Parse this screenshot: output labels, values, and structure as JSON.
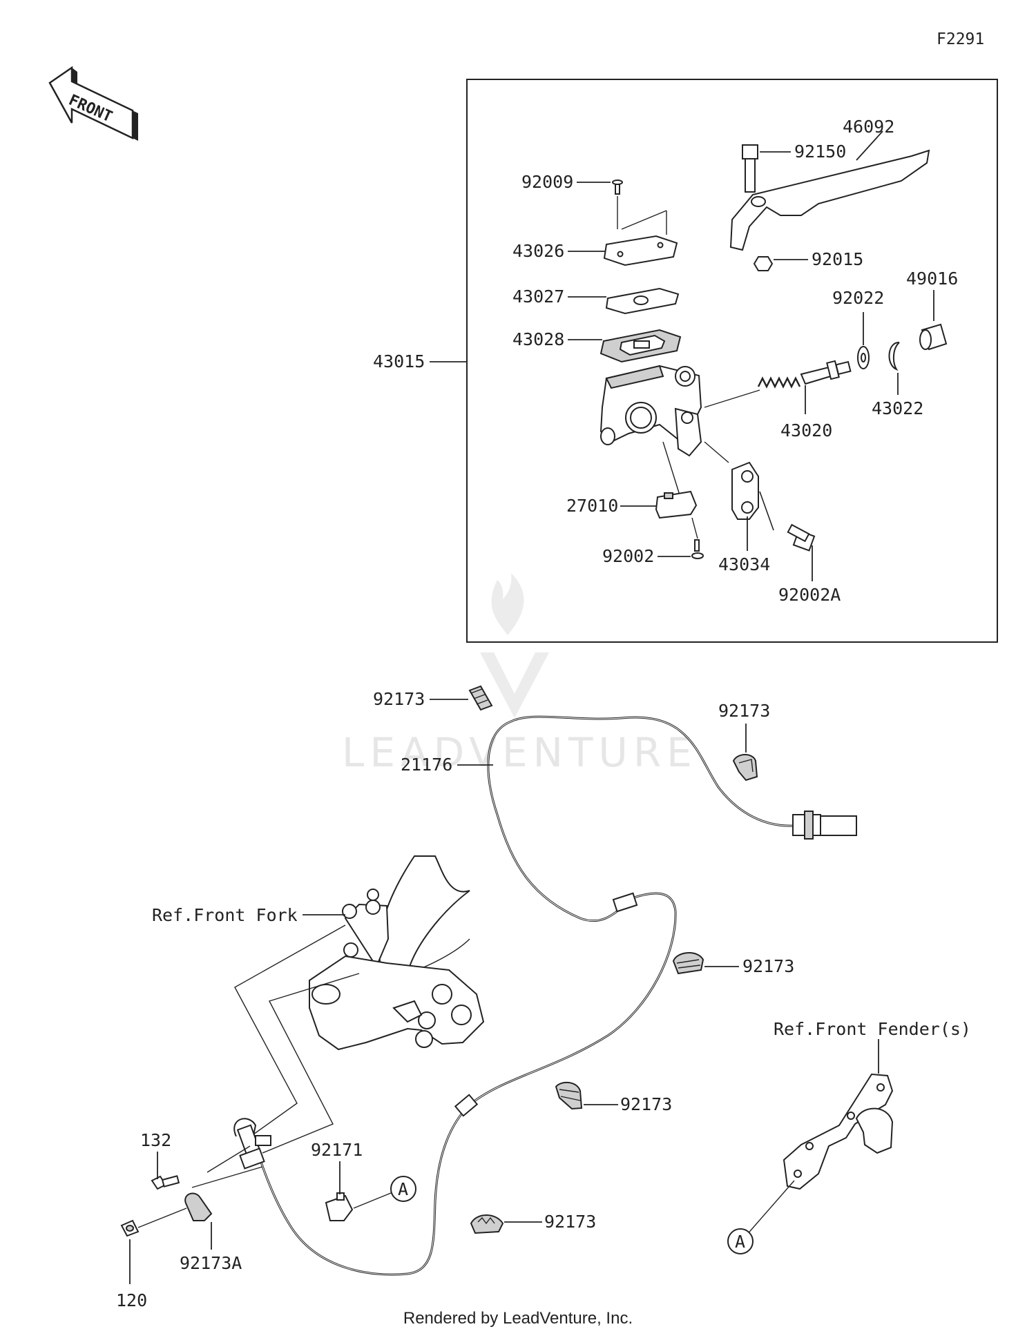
{
  "figure_code": "F2291",
  "front_label": "FRONT",
  "watermark": "LEADVENTURE",
  "footer": "Rendered by LeadVenture, Inc.",
  "parts": {
    "p43015": "43015",
    "p46092": "46092",
    "p92150": "92150",
    "p92009": "92009",
    "p43026": "43026",
    "p92015": "92015",
    "p43027": "43027",
    "p49016": "49016",
    "p92022": "92022",
    "p43028": "43028",
    "p43022": "43022",
    "p43020": "43020",
    "p27010": "27010",
    "p92002": "92002",
    "p43034": "43034",
    "p92002A": "92002A",
    "p92173_a": "92173",
    "p92173_b": "92173",
    "p21176": "21176",
    "p92173_c": "92173",
    "p92173_d": "92173",
    "p92173_e": "92173",
    "p132": "132",
    "p92171": "92171",
    "p92173A": "92173A",
    "p120": "120"
  },
  "refs": {
    "front_fork": "Ref.Front Fork",
    "front_fender": "Ref.Front Fender(s)"
  },
  "callout_letter_1": "A",
  "callout_letter_2": "A"
}
